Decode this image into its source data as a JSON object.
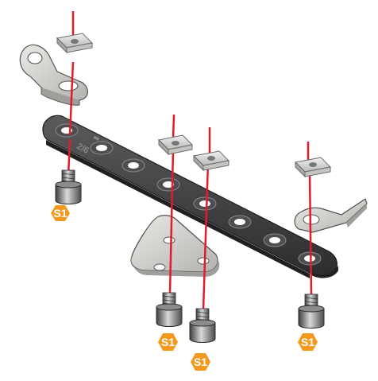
{
  "diagram": {
    "type": "exploded-assembly",
    "colors": {
      "guide_line": "#e21b2d",
      "badge": "#f39a1e",
      "main_bar": "#3a3b3d",
      "bracket": "#cfd0cc",
      "screw": "#5f6163",
      "nut": "#d7d7d5"
    },
    "plate_marking": "2/6",
    "badges": [
      {
        "label": "S1"
      },
      {
        "label": "S1"
      },
      {
        "label": "S1"
      },
      {
        "label": "S1"
      }
    ]
  }
}
